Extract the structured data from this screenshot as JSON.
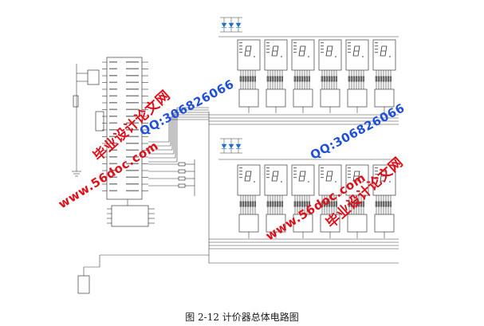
{
  "caption": "图 2-12 计价器总体电路图",
  "watermarks": {
    "site": "www.56doc.com",
    "brand": "毕业设计论文网",
    "qq": "QQ:306826066"
  },
  "colors": {
    "watermark_red": "#e0101a",
    "watermark_blue": "#2050d8",
    "wire": "#3a3a3a"
  }
}
